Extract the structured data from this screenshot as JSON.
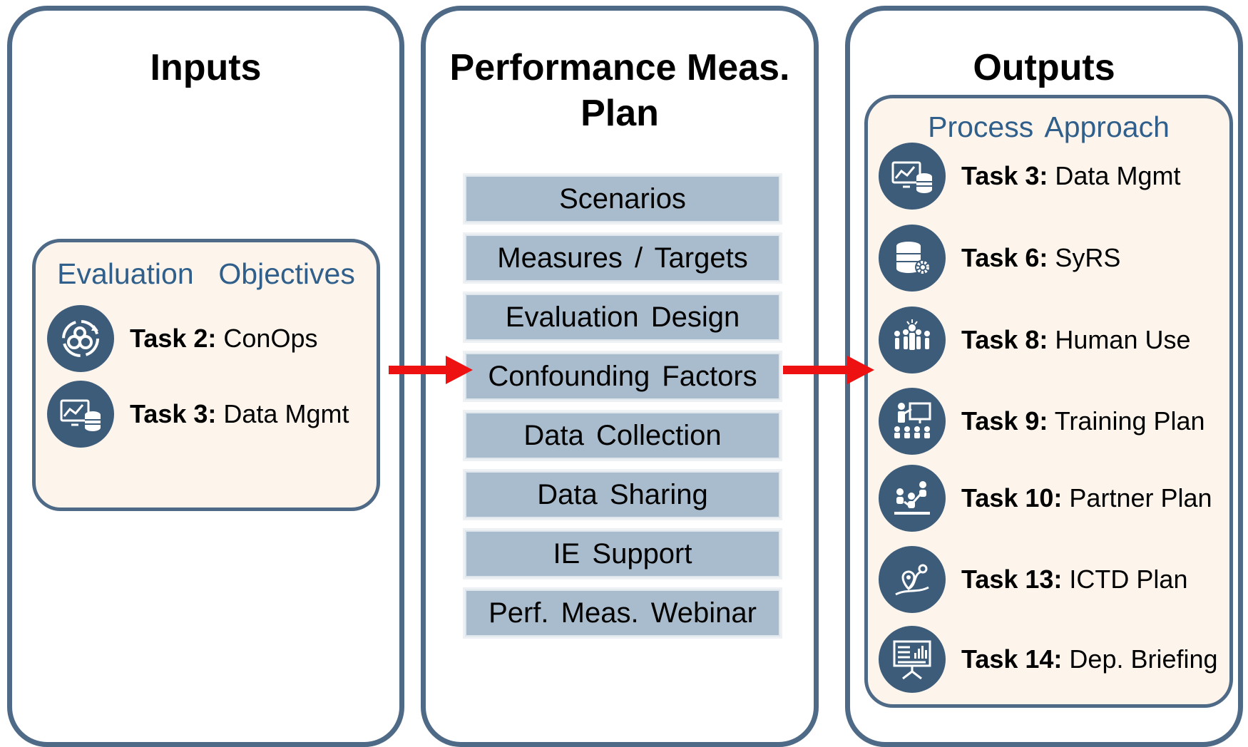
{
  "columns": {
    "inputs": {
      "title": "Inputs",
      "panel_title": "Evaluation  Objectives",
      "tasks": [
        {
          "num": "Task 2:",
          "name": " ConOps",
          "icon": "gears-cycle-icon"
        },
        {
          "num": "Task 3:",
          "name": " Data Mgmt",
          "icon": "data-chart-database-icon"
        }
      ]
    },
    "plan": {
      "title_line1": "Performance Meas.",
      "title_line2": "Plan",
      "items": [
        "Scenarios",
        "Measures  /  Targets",
        "Evaluation  Design",
        "Confounding  Factors",
        "Data  Collection",
        "Data  Sharing",
        "IE  Support",
        "Perf.  Meas.  Webinar"
      ]
    },
    "outputs": {
      "title": "Outputs",
      "panel_title": "Process Approach",
      "tasks": [
        {
          "num": "Task 3:",
          "name": " Data Mgmt",
          "icon": "data-chart-database-icon"
        },
        {
          "num": "Task 6:",
          "name": " SyRS",
          "icon": "database-gear-icon"
        },
        {
          "num": "Task 8:",
          "name": " Human Use",
          "icon": "people-group-icon"
        },
        {
          "num": "Task 9:",
          "name": " Training Plan",
          "icon": "presenter-board-icon"
        },
        {
          "num": "Task 10:",
          "name": " Partner Plan",
          "icon": "partner-network-icon"
        },
        {
          "num": "Task 13:",
          "name": " ICTD Plan",
          "icon": "map-route-icon"
        },
        {
          "num": "Task 14:",
          "name": " Dep. Briefing",
          "icon": "briefing-screen-icon"
        }
      ]
    }
  },
  "colors": {
    "border": "#4e6a86",
    "panel_fill": "#fdf5ec",
    "panel_title": "#2f5f8a",
    "plan_item_fill": "#a9bccd",
    "icon_fill": "#3d5c7a",
    "arrow": "#ee1111"
  }
}
